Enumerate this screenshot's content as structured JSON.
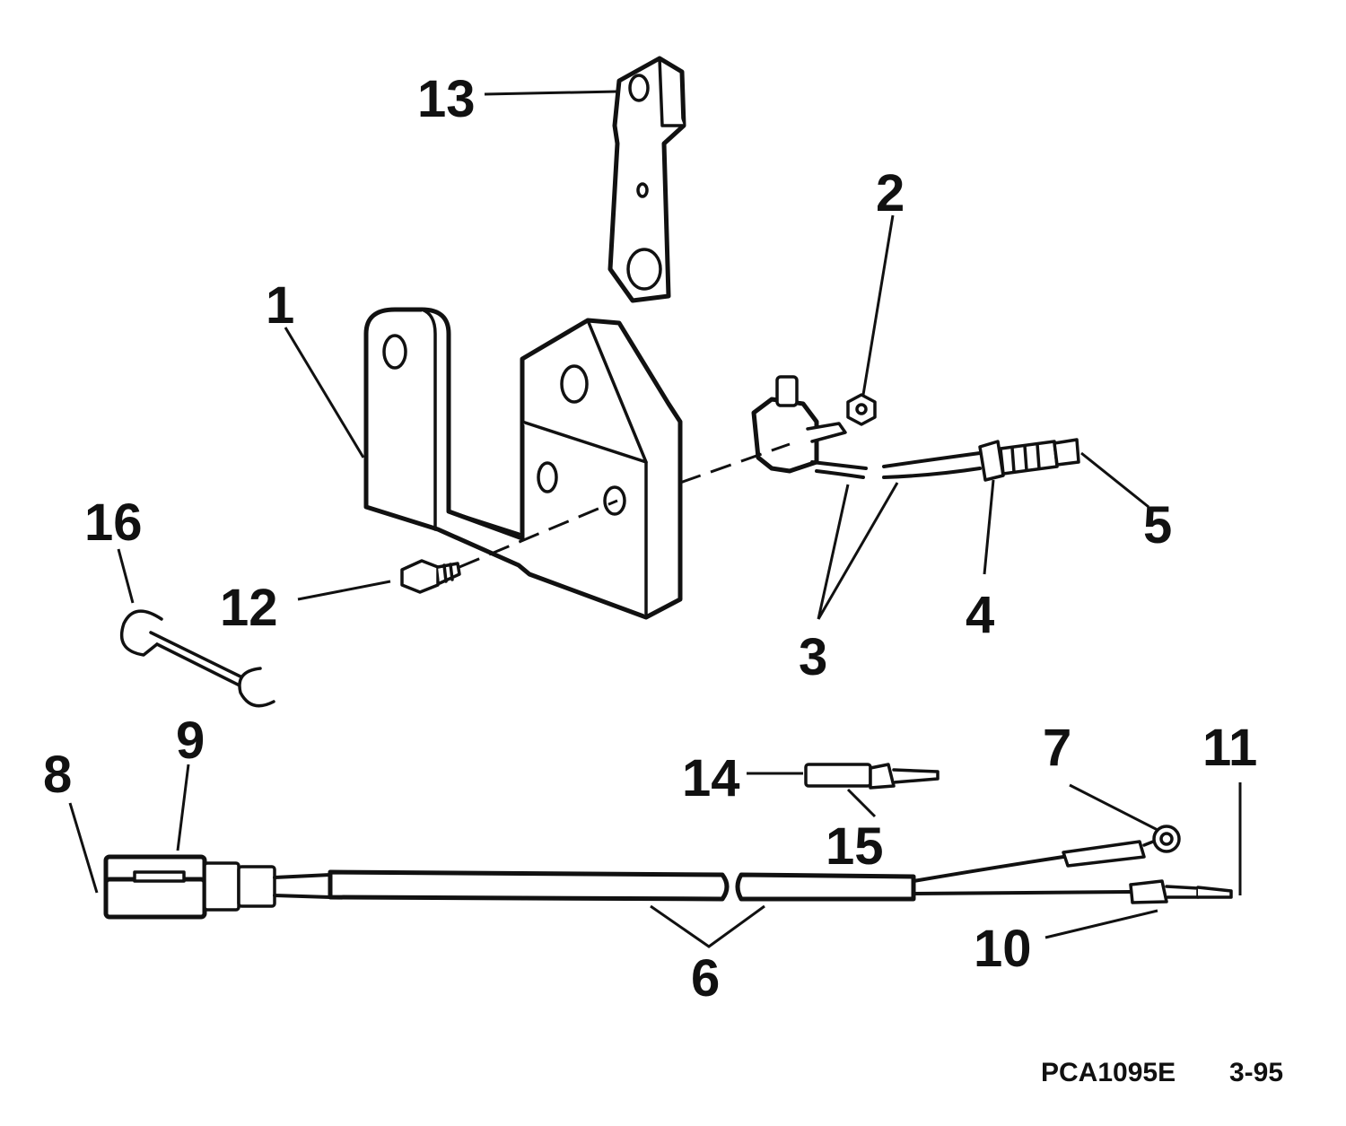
{
  "figure": {
    "code": "PCA1095E",
    "page": "3-95"
  },
  "callouts": {
    "c1": "1",
    "c2": "2",
    "c3": "3",
    "c4": "4",
    "c5": "5",
    "c6": "6",
    "c7": "7",
    "c8": "8",
    "c9": "9",
    "c10": "10",
    "c11": "11",
    "c12": "12",
    "c13": "13",
    "c14": "14",
    "c15": "15",
    "c16": "16"
  }
}
